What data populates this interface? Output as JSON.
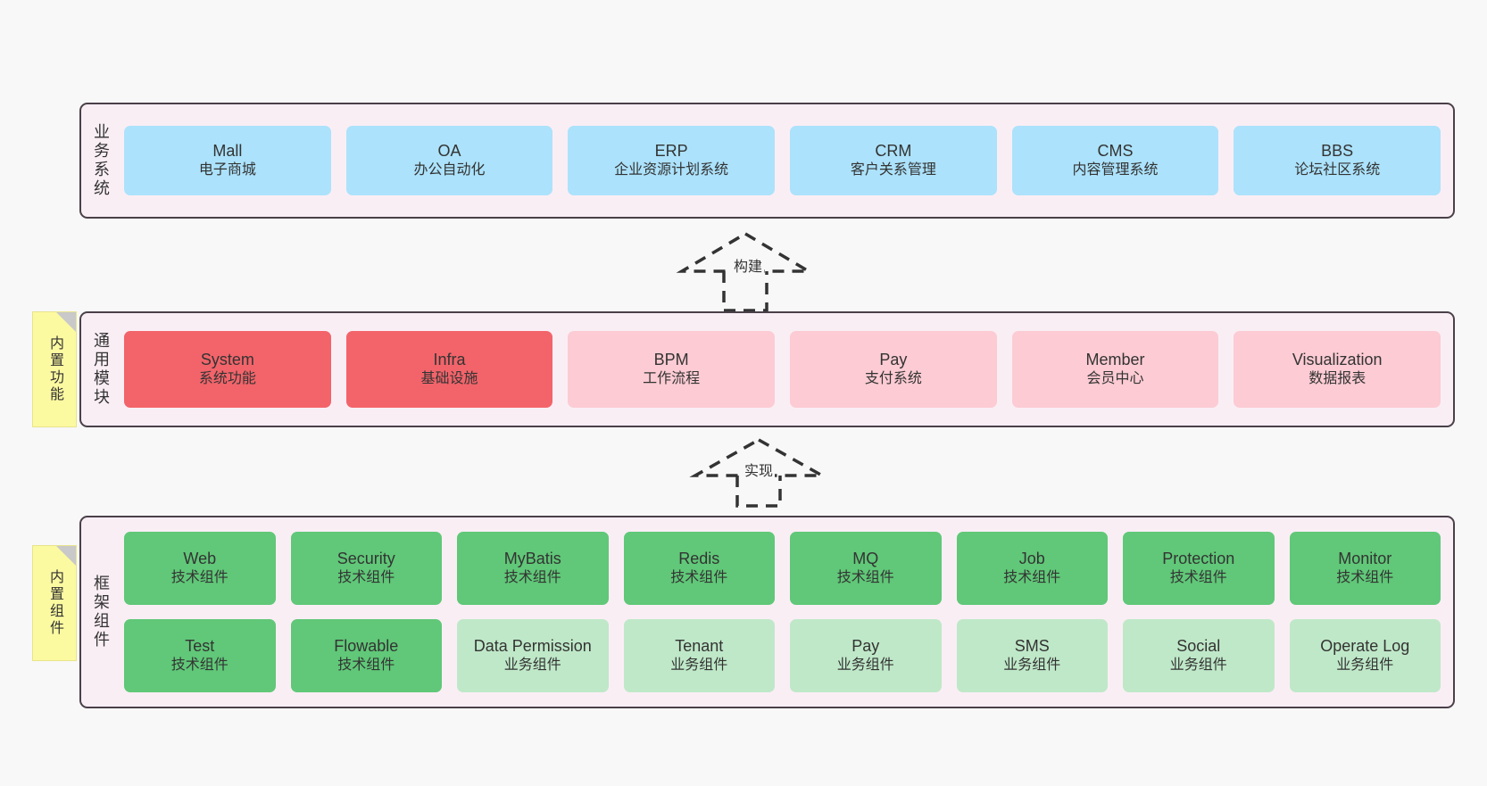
{
  "colors": {
    "panel_bg": "#faeef5",
    "panel_border": "#4a4048",
    "blue_card": "#ace2fb",
    "red_card": "#f2646a",
    "pink_card": "#fccbd3",
    "green_card": "#60c878",
    "light_green_card": "#bfe8c8",
    "note_bg": "#fcfaa0",
    "canvas_bg": "#f8f8f8"
  },
  "layers": {
    "business": {
      "title": "业务系统",
      "cards": [
        {
          "en": "Mall",
          "cn": "电子商城"
        },
        {
          "en": "OA",
          "cn": "办公自动化"
        },
        {
          "en": "ERP",
          "cn": "企业资源计划系统"
        },
        {
          "en": "CRM",
          "cn": "客户关系管理"
        },
        {
          "en": "CMS",
          "cn": "内容管理系统"
        },
        {
          "en": "BBS",
          "cn": "论坛社区系统"
        }
      ]
    },
    "modules": {
      "title": "通用模块",
      "note": "内置功能",
      "cards": [
        {
          "en": "System",
          "cn": "系统功能"
        },
        {
          "en": "Infra",
          "cn": "基础设施"
        },
        {
          "en": "BPM",
          "cn": "工作流程"
        },
        {
          "en": "Pay",
          "cn": "支付系统"
        },
        {
          "en": "Member",
          "cn": "会员中心"
        },
        {
          "en": "Visualization",
          "cn": "数据报表"
        }
      ]
    },
    "framework": {
      "title": "框架组件",
      "note": "内置组件",
      "row1": [
        {
          "en": "Web",
          "cn": "技术组件"
        },
        {
          "en": "Security",
          "cn": "技术组件"
        },
        {
          "en": "MyBatis",
          "cn": "技术组件"
        },
        {
          "en": "Redis",
          "cn": "技术组件"
        },
        {
          "en": "MQ",
          "cn": "技术组件"
        },
        {
          "en": "Job",
          "cn": "技术组件"
        },
        {
          "en": "Protection",
          "cn": "技术组件"
        },
        {
          "en": "Monitor",
          "cn": "技术组件"
        }
      ],
      "row2": [
        {
          "en": "Test",
          "cn": "技术组件"
        },
        {
          "en": "Flowable",
          "cn": "技术组件"
        },
        {
          "en": "Data Permission",
          "cn": "业务组件"
        },
        {
          "en": "Tenant",
          "cn": "业务组件"
        },
        {
          "en": "Pay",
          "cn": "业务组件"
        },
        {
          "en": "SMS",
          "cn": "业务组件"
        },
        {
          "en": "Social",
          "cn": "业务组件"
        },
        {
          "en": "Operate Log",
          "cn": "业务组件"
        }
      ]
    }
  },
  "arrows": {
    "build": "构建",
    "implement": "实现"
  }
}
